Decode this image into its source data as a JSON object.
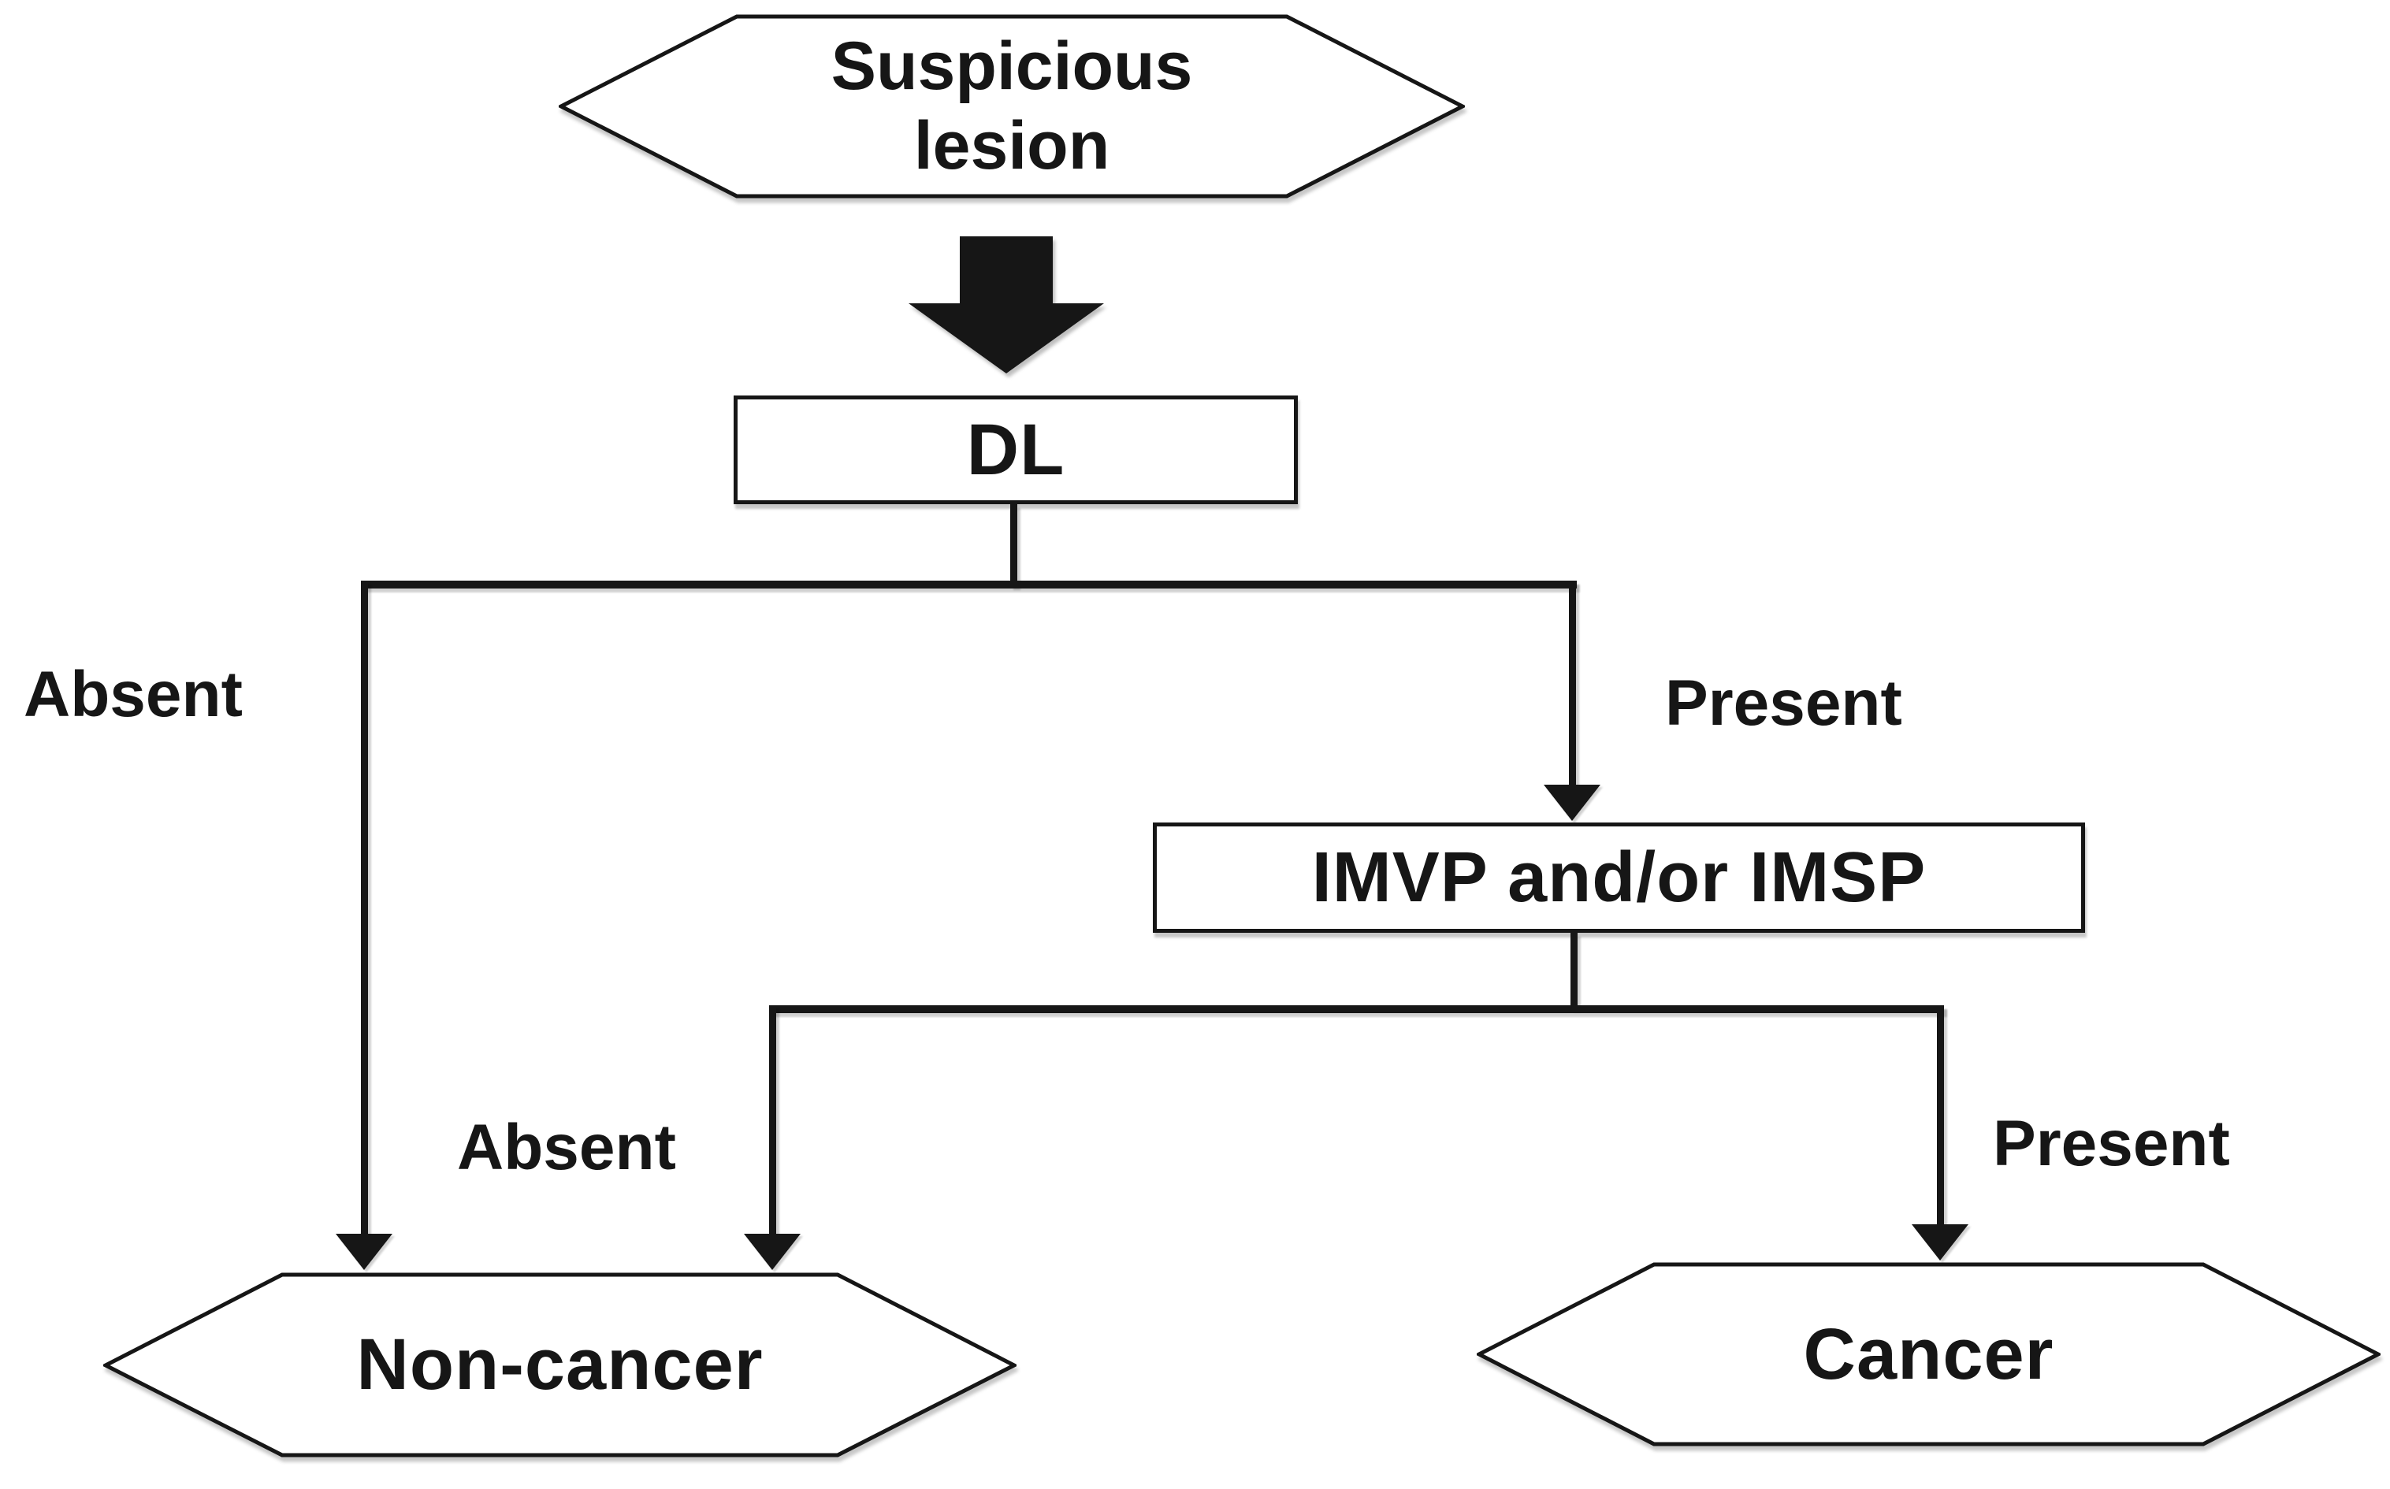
{
  "nodes": {
    "suspicious_lesion": {
      "shape": "hexagon",
      "lines": [
        "Suspicious",
        "lesion"
      ]
    },
    "dl": {
      "shape": "rectangle",
      "label": "DL"
    },
    "imvp_imsp": {
      "shape": "rectangle",
      "label": "IMVP and/or IMSP"
    },
    "non_cancer": {
      "shape": "hexagon",
      "label": "Non-cancer"
    },
    "cancer": {
      "shape": "hexagon",
      "label": "Cancer"
    }
  },
  "edges": {
    "dl_absent": {
      "from": "dl",
      "to": "non_cancer",
      "label": "Absent"
    },
    "dl_present": {
      "from": "dl",
      "to": "imvp_imsp",
      "label": "Present"
    },
    "imvp_absent": {
      "from": "imvp_imsp",
      "to": "non_cancer",
      "label": "Absent"
    },
    "imvp_present": {
      "from": "imvp_imsp",
      "to": "cancer",
      "label": "Present"
    }
  },
  "colors": {
    "background": "#ffffff",
    "stroke": "#161616",
    "text": "#161616"
  }
}
